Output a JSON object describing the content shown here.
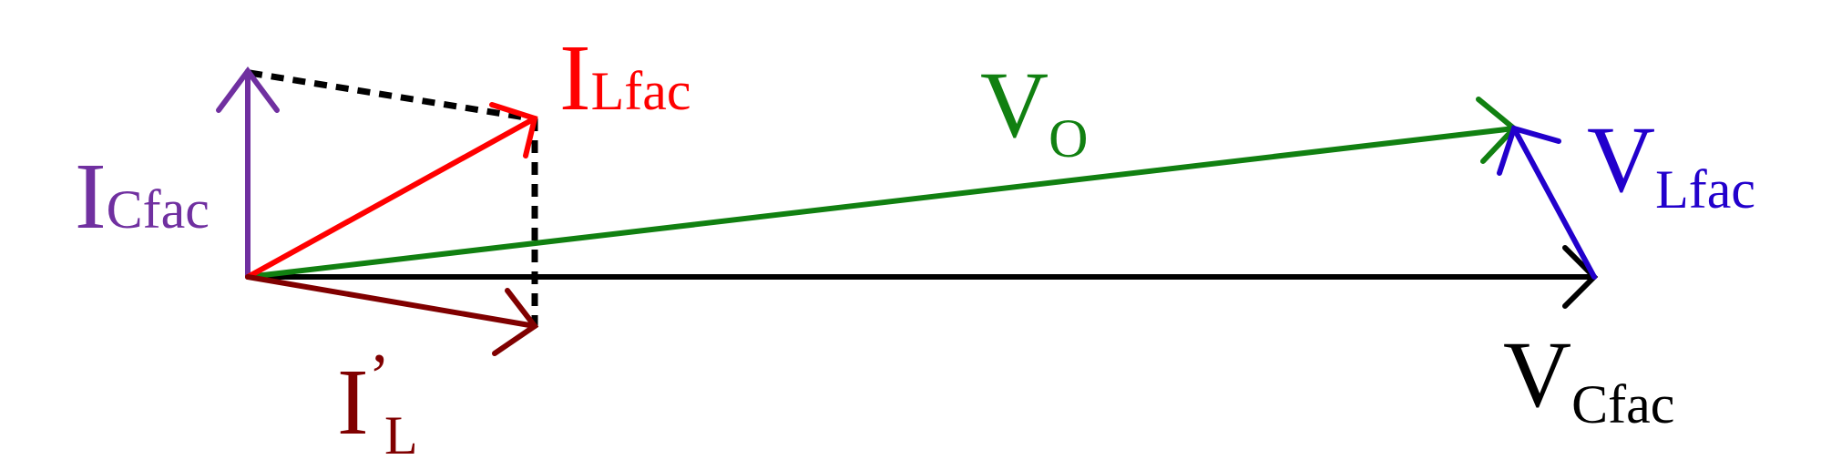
{
  "diagram": {
    "colors": {
      "v_cfac": "#000000",
      "v_o": "#118011",
      "v_lfac": "#2200cc",
      "i_cfac": "#7030a0",
      "i_lfac": "#ff0000",
      "i_l_prime": "#800000",
      "projection": "#000000"
    },
    "labels": {
      "v_cfac": {
        "main": "V",
        "sub": "Cfac"
      },
      "v_o": {
        "main": "V",
        "sub": "O"
      },
      "v_lfac": {
        "main": "V",
        "sub": "Lfac"
      },
      "i_cfac": {
        "main": "I",
        "sub": "Cfac"
      },
      "i_lfac": {
        "main": "I",
        "sub": "Lfac"
      },
      "i_l_prime": {
        "main": "I",
        "prime": "’",
        "sub": "L"
      }
    }
  }
}
